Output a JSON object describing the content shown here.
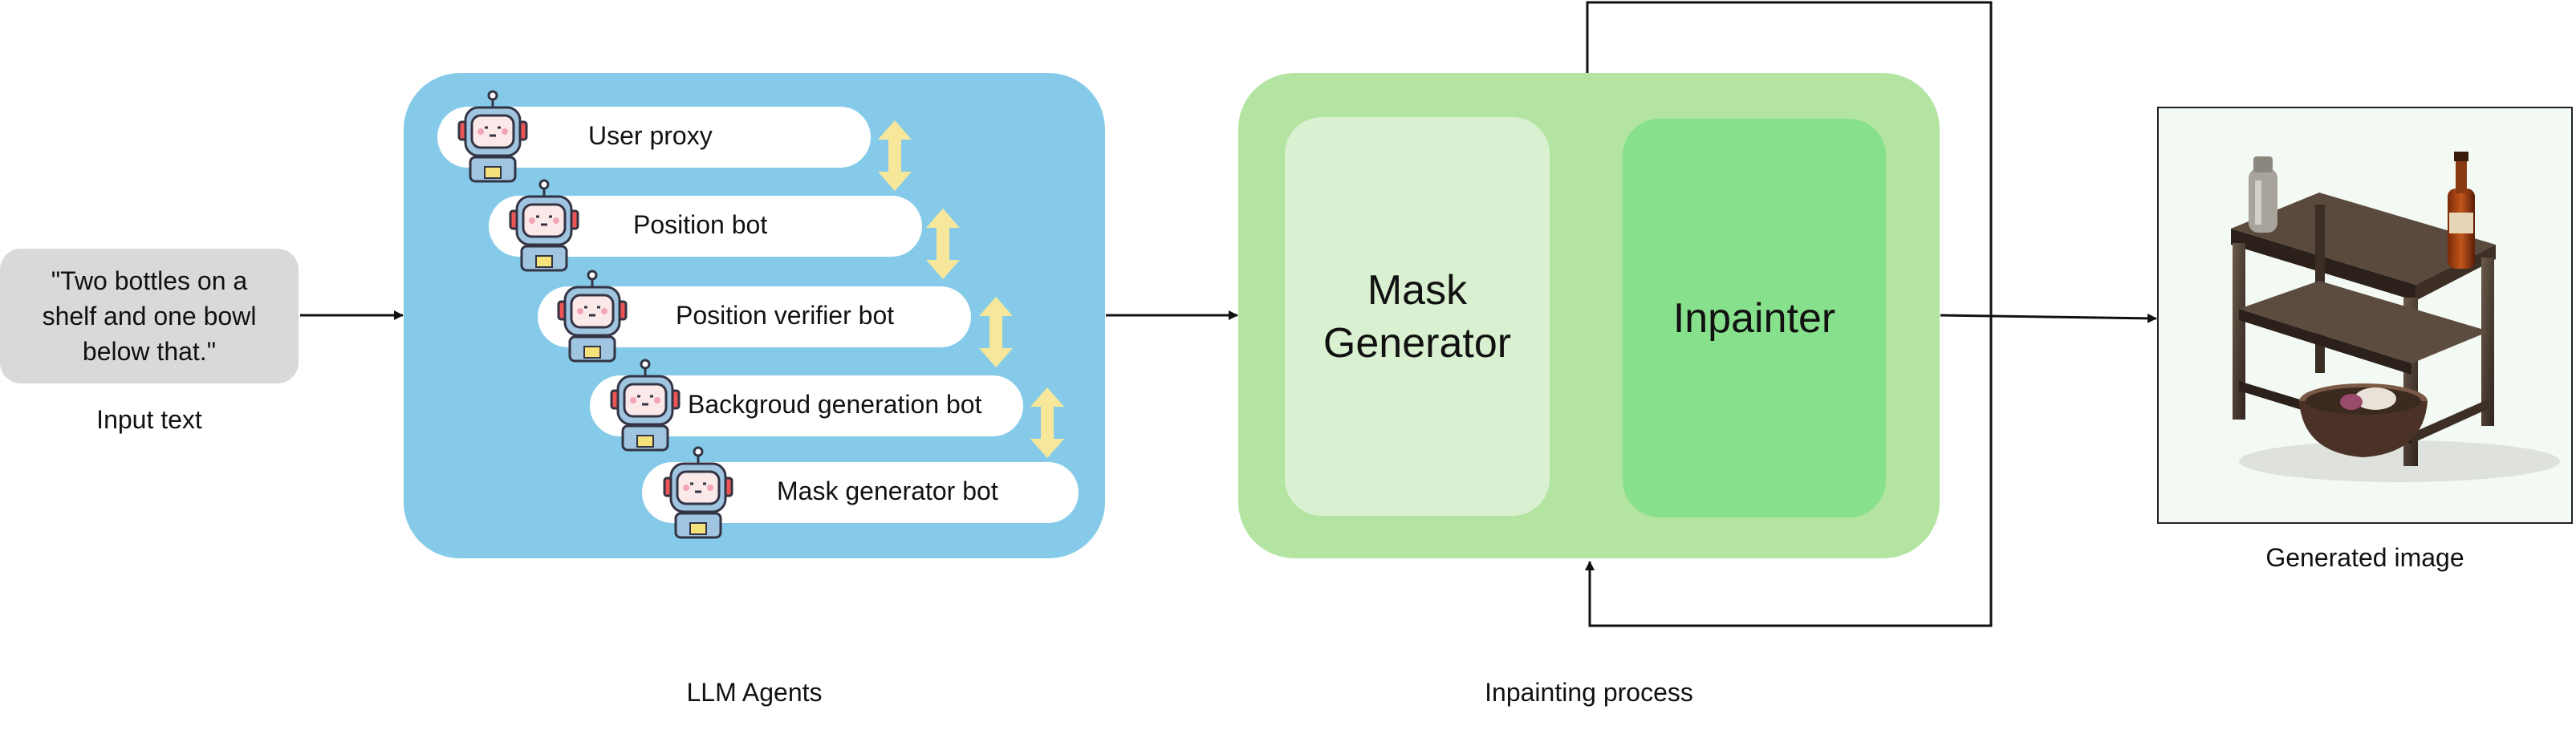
{
  "input": {
    "text": "\"Two bottles on a\nshelf and one bowl\nbelow that.\"",
    "caption": "Input text"
  },
  "llm_agents": {
    "caption": "LLM Agents",
    "agents": [
      "User proxy",
      "Position bot",
      "Position verifier bot",
      "Backgroud generation bot",
      "Mask generator bot"
    ]
  },
  "inpainting": {
    "caption": "Inpainting process",
    "mask_generator": "Mask\nGenerator",
    "inpainter": "Inpainter"
  },
  "output": {
    "caption": "Generated image"
  },
  "colors": {
    "agents_panel": "#85cbe9",
    "inpaint_panel": "#b3e4a1",
    "mask_box": "#d9f1d0",
    "inpainter_box": "#86e08c",
    "arrow_yellow": "#f7e79a"
  }
}
